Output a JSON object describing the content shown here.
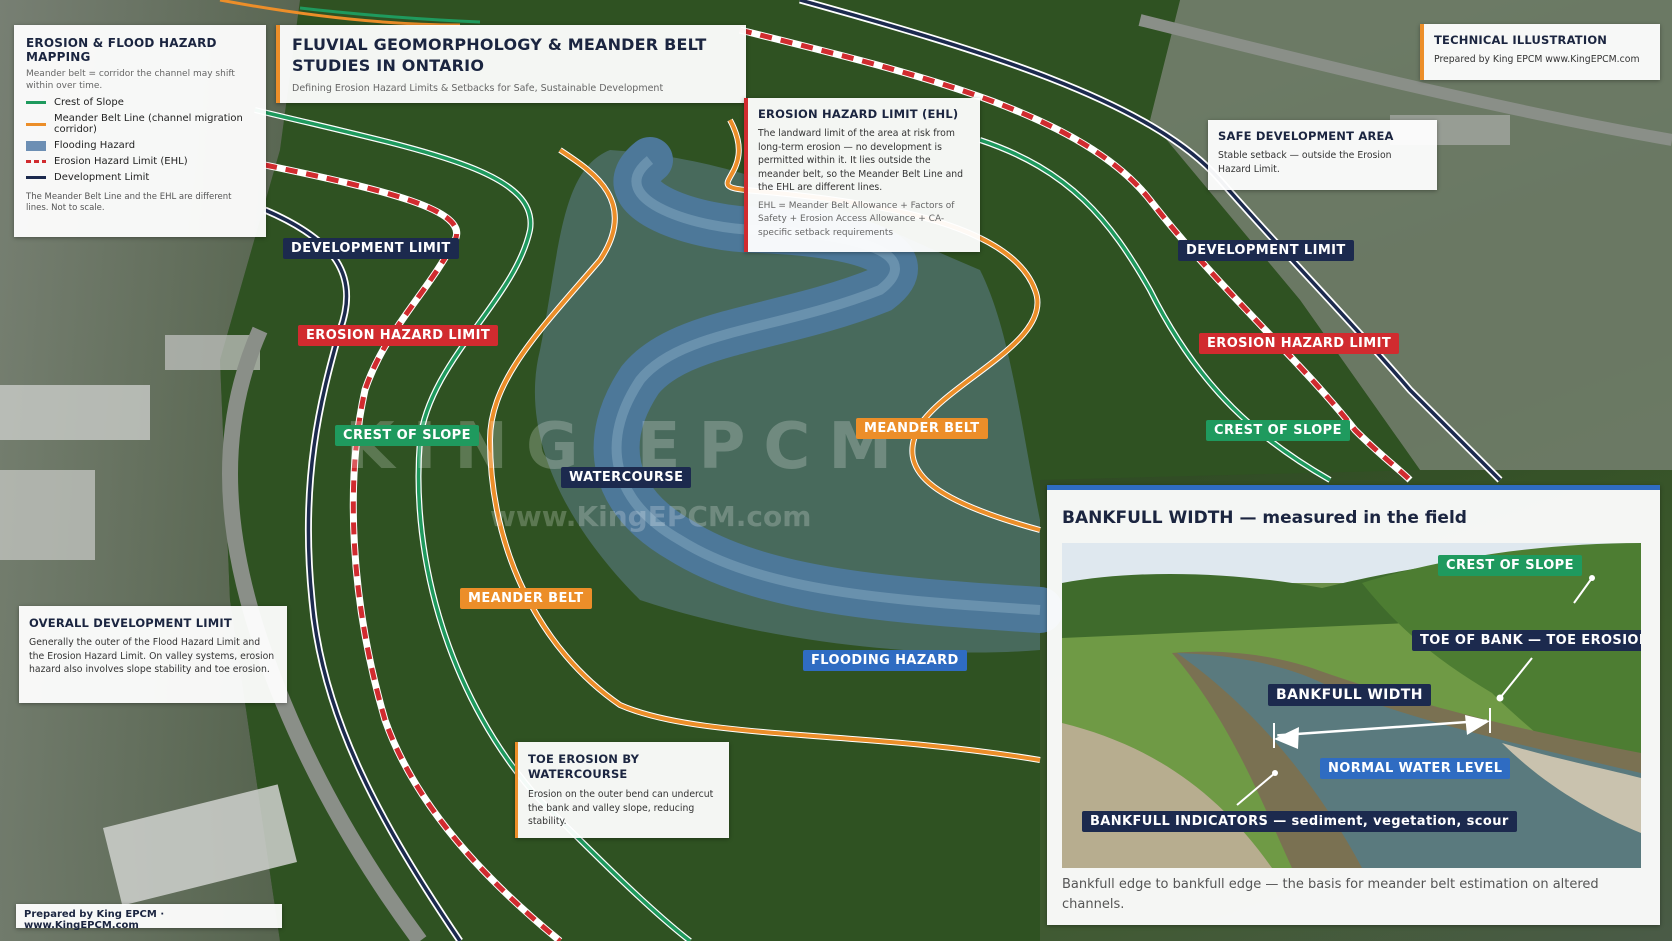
{
  "legend": {
    "title": "EROSION & FLOOD HAZARD MAPPING",
    "note": "Meander belt = corridor the channel may shift within over time.",
    "items": [
      {
        "label": "Crest of Slope",
        "color": "#1f9a5e",
        "style": "solid"
      },
      {
        "label": "Meander Belt Line (channel migration corridor)",
        "color": "#ec8e29",
        "style": "solid"
      },
      {
        "label": "Flooding Hazard",
        "color": "#6d8fb4",
        "style": "fill"
      },
      {
        "label": "Erosion Hazard Limit (EHL)",
        "color": "#d12b2f",
        "style": "dashed"
      },
      {
        "label": "Development Limit",
        "color": "#1c2a4e",
        "style": "solid"
      }
    ],
    "footnote": "The Meander Belt Line and the EHL are different lines. Not to scale."
  },
  "header": {
    "title": "FLUVIAL GEOMORPHOLOGY & MEANDER BELT STUDIES IN ONTARIO",
    "subtitle": "Defining Erosion Hazard Limits & Setbacks for Safe, Sustainable Development"
  },
  "ehl_box": {
    "title": "EROSION HAZARD LIMIT (EHL)",
    "body": "The landward limit of the area at risk from long-term erosion — no development is permitted within it. It lies outside the meander belt, so the Meander Belt Line and the EHL are different lines.",
    "formula": "EHL = Meander Belt Allowance + Factors of Safety + Erosion Access Allowance + CA-specific setback requirements"
  },
  "tech": {
    "title": "TECHNICAL ILLUSTRATION",
    "prepared": "Prepared by King EPCM www.KingEPCM.com"
  },
  "safe_box": {
    "title": "SAFE DEVELOPMENT AREA",
    "body": "Stable setback — outside the Erosion Hazard Limit."
  },
  "overall_box": {
    "title": "OVERALL DEVELOPMENT LIMIT",
    "body": "Generally the outer of the Flood Hazard Limit and the Erosion Hazard Limit. On valley systems, erosion hazard also involves slope stability and toe erosion."
  },
  "toe_box": {
    "title": "TOE EROSION BY WATERCOURSE",
    "body": "Erosion on the outer bend can undercut the bank and valley slope, reducing stability."
  },
  "tags": {
    "dev_left": "DEVELOPMENT LIMIT",
    "ehl_left": "EROSION HAZARD LIMIT",
    "crest_left": "CREST OF SLOPE",
    "watercourse": "WATERCOURSE",
    "meander_center": "MEANDER BELT",
    "meander_left": "MEANDER BELT",
    "flooding": "FLOODING HAZARD",
    "dev_right": "DEVELOPMENT LIMIT",
    "ehl_right": "EROSION HAZARD LIMIT",
    "crest_right": "CREST OF SLOPE"
  },
  "watermark": {
    "brand": "KING EPCM",
    "url": "www.KingEPCM.com"
  },
  "bankfull": {
    "title": "BANKFULL WIDTH — measured in the field",
    "crest": "CREST OF SLOPE",
    "toe": "TOE OF BANK — TOE EROSION",
    "width": "BANKFULL WIDTH",
    "normal": "NORMAL WATER LEVEL",
    "indicators": "BANKFULL INDICATORS — sediment, vegetation, scour",
    "caption": "Bankfull edge to bankfull edge — the basis for meander belt estimation on altered channels."
  },
  "footer": {
    "credit": "Prepared by King EPCM · www.KingEPCM.com"
  },
  "colors": {
    "crest": "#1f9a5e",
    "meander": "#ec8e29",
    "ehl_red": "#d12b2f",
    "development": "#1c2a4e",
    "flood": "#6d8fb4",
    "water": "#4d7899"
  }
}
